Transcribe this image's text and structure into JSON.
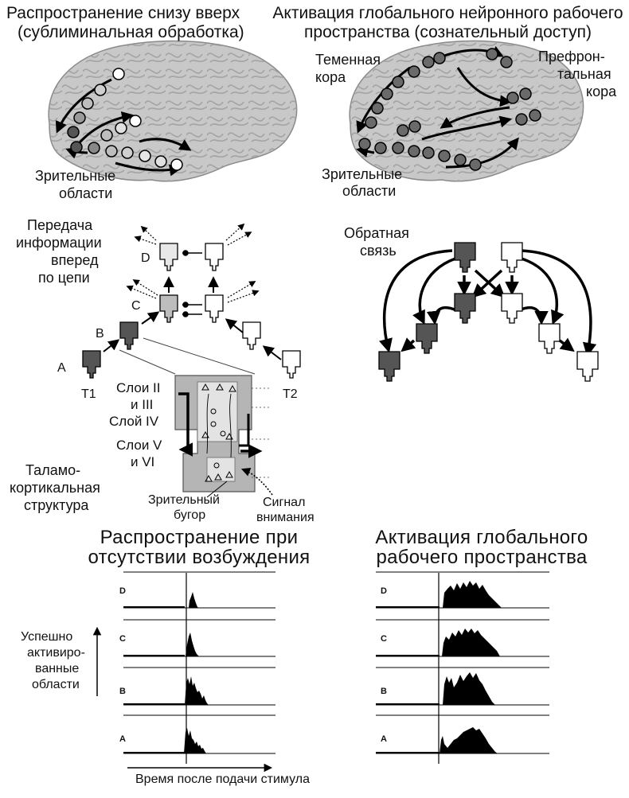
{
  "top_left": {
    "title_line1": "Распространение снизу вверх",
    "title_line2": "(сублиминальная обработка)",
    "visual_areas_line1": "Зрительные",
    "visual_areas_line2": "области"
  },
  "top_right": {
    "title_line1": "Активация глобального нейронного рабочего",
    "title_line2": "пространства (сознательный доступ)",
    "parietal_line1": "Теменная",
    "parietal_line2": "кора",
    "prefrontal_line1": "Префрон-",
    "prefrontal_line2": "тальная",
    "prefrontal_line3": "кора",
    "visual_areas_line1": "Зрительные",
    "visual_areas_line2": "области"
  },
  "feedforward": {
    "label_line1": "Передача",
    "label_line2": "информации",
    "label_line3": "вперед",
    "label_line4": "по цепи",
    "level_a": "A",
    "level_b": "B",
    "level_c": "C",
    "level_d": "D",
    "t1": "T1",
    "t2": "T2"
  },
  "feedback": {
    "label_line1": "Обратная",
    "label_line2": "связь"
  },
  "thalamocortical": {
    "layers_23_line1": "Слои II",
    "layers_23_line2": "и III",
    "layer_4": "Слой IV",
    "layers_56_line1": "Слои V",
    "layers_56_line2": "и VI",
    "structure_line1": "Таламо-",
    "structure_line2": "кортикальная",
    "structure_line3": "структура",
    "thalamus_line1": "Зрительный",
    "thalamus_line2": "бугор",
    "attention_line1": "Сигнал",
    "attention_line2": "внимания"
  },
  "bottom": {
    "left_title_line1": "Распространение при",
    "left_title_line2": "отсутствии возбуждения",
    "right_title_line1": "Активация глобального",
    "right_title_line2": "рабочего пространства",
    "y_label_line1": "Успешно",
    "y_label_line2": "активиро-",
    "y_label_line3": "ванные",
    "y_label_line4": "области",
    "x_label": "Время после подачи стимула",
    "tracks": [
      "D",
      "C",
      "B",
      "A"
    ]
  },
  "colors": {
    "dark_node": "#555555",
    "gray_node": "#bdbdbd",
    "brain": "#c8c8c8",
    "slab": "#b5b5b5"
  }
}
